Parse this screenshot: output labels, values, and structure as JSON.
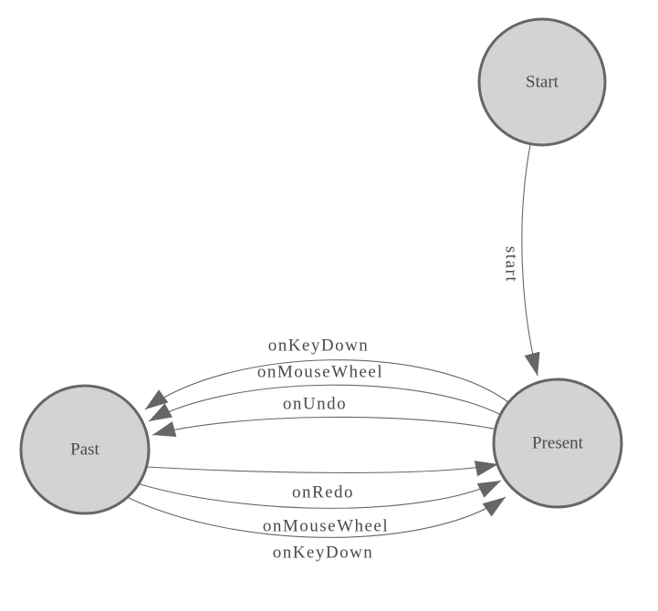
{
  "diagram": {
    "type": "state-machine",
    "colors": {
      "background": "#ffffff",
      "node_fill": "#d3d3d3",
      "node_stroke": "#666666",
      "edge_line": "#666666",
      "arrowhead": "#666666",
      "label_text": "#4a4a4a"
    },
    "nodes": [
      {
        "id": "start",
        "label": "Start"
      },
      {
        "id": "present",
        "label": "Present"
      },
      {
        "id": "past",
        "label": "Past"
      }
    ],
    "edges": [
      {
        "from": "Start",
        "to": "Present",
        "label": "start"
      },
      {
        "from": "Present",
        "to": "Past",
        "label": "onKeyDown"
      },
      {
        "from": "Present",
        "to": "Past",
        "label": "onMouseWheel"
      },
      {
        "from": "Present",
        "to": "Past",
        "label": "onUndo"
      },
      {
        "from": "Past",
        "to": "Present",
        "label": "onRedo"
      },
      {
        "from": "Past",
        "to": "Present",
        "label": "onMouseWheel"
      },
      {
        "from": "Past",
        "to": "Present",
        "label": "onKeyDown"
      }
    ]
  }
}
